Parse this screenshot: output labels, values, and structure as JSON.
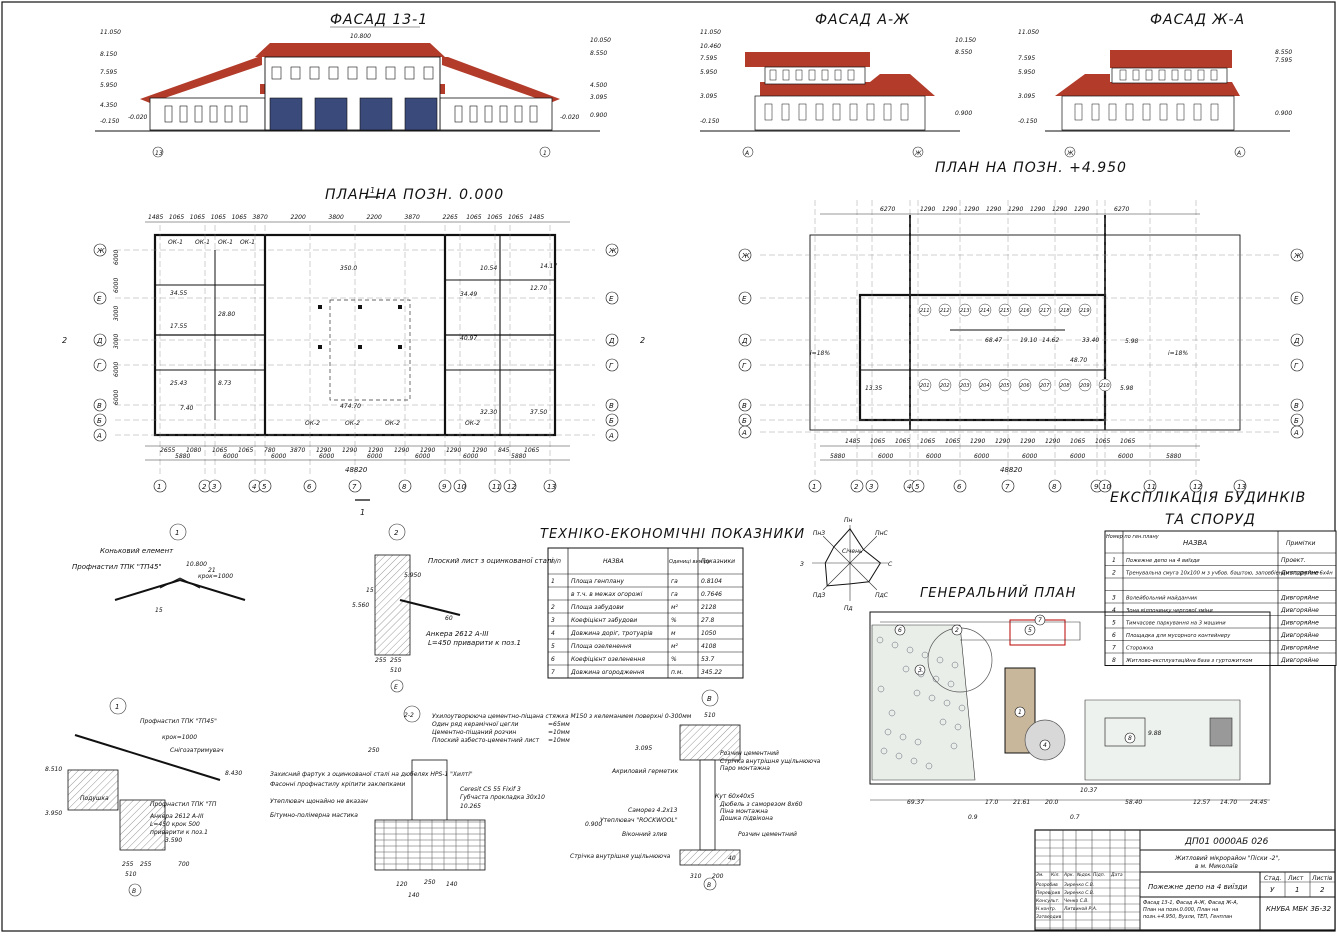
{
  "facades": [
    {
      "title": "ФАСАД 13-1",
      "levels": [
        "11.050",
        "8.150",
        "7.595",
        "5.950",
        "4.350",
        "-0.150",
        "-0.020"
      ],
      "right_levels": [
        "10.050",
        "8.550",
        "4.500",
        "3.095",
        "0.900",
        "-0.020"
      ],
      "ridge": "10.800",
      "axes": [
        "13",
        "1"
      ]
    },
    {
      "title": "ФАСАД А-Ж",
      "levels": [
        "11.050",
        "10.460",
        "7.595",
        "5.950",
        "3.095",
        "-0.150"
      ],
      "right_levels": [
        "10.150",
        "8.550",
        "0.900"
      ],
      "axes": [
        "А",
        "Ж"
      ]
    },
    {
      "title": "ФАСАД Ж-А",
      "levels": [
        "11.050",
        "7.595",
        "5.950",
        "3.095",
        "-0.150"
      ],
      "right_levels": [
        "8.550",
        "7.595",
        "0.900"
      ],
      "axes": [
        "Ж",
        "А"
      ]
    }
  ],
  "plan0": {
    "title": "ПЛАН НА ПОЗН. 0.000",
    "top_dims": [
      "1485",
      "1065",
      "1065",
      "1065",
      "1065",
      "3870",
      "2200",
      "3800",
      "2200",
      "3870",
      "2265",
      "1065",
      "1065",
      "1065",
      "1485"
    ],
    "bottom_dims": [
      "2655",
      "1080",
      "1065",
      "1065",
      "780",
      "3870",
      "1290",
      "1290",
      "1290",
      "1290",
      "1290",
      "1290",
      "1290",
      "845",
      "1065"
    ],
    "bottom_dims2": [
      "5880",
      "6000",
      "6000",
      "6000",
      "6000",
      "6000",
      "6000",
      "5880"
    ],
    "total": "48820",
    "row_axes": [
      "Ж",
      "Е",
      "Д",
      "Г",
      "В",
      "Б",
      "А"
    ],
    "col_axes": [
      "1",
      "2",
      "3",
      "4",
      "5",
      "6",
      "7",
      "8",
      "9",
      "10",
      "11",
      "12",
      "13"
    ],
    "side_dims": [
      "6000",
      "6000",
      "3000",
      "3000",
      "6000",
      "6000"
    ],
    "section_mark": "1",
    "section_side": "2",
    "room_areas": [
      "34.55",
      "28.80",
      "17.55",
      "25.43",
      "8.73",
      "7.40",
      "350.0",
      "34.49",
      "474.70",
      "32.30",
      "37.50",
      "14.17",
      "10.54",
      "12.70",
      "40.97"
    ],
    "window_labels": [
      "ОК-1",
      "ОК-1",
      "ОК-1",
      "ОК-1",
      "ОК-2",
      "ОК-2",
      "ОК-2",
      "ОК-2"
    ]
  },
  "plan1": {
    "title": "ПЛАН НА ПОЗН. +4.950",
    "top_dims": [
      "6270",
      "1290",
      "1290",
      "1290",
      "1290",
      "1290",
      "1290",
      "1290",
      "1290",
      "6270"
    ],
    "bottom_dims": [
      "1485",
      "1065",
      "1065",
      "1065",
      "1065",
      "1290",
      "1290",
      "1290",
      "1290",
      "1065",
      "1065",
      "1065"
    ],
    "bottom_dims2": [
      "5880",
      "6000",
      "6000",
      "6000",
      "6000",
      "6000",
      "6000",
      "5880"
    ],
    "total": "48820",
    "slope": "i=18%",
    "room_areas": [
      "68.47",
      "19.10",
      "14.62",
      "33.40",
      "48.70",
      "5.98",
      "13.35",
      "5.98"
    ],
    "room_numbers": [
      "201",
      "202",
      "203",
      "204",
      "205",
      "206",
      "207",
      "208",
      "209",
      "210",
      "211",
      "212",
      "213",
      "214",
      "215",
      "216",
      "217",
      "218",
      "219"
    ]
  },
  "tep": {
    "title": "ТЕХНІКО-ЕКОНОМІЧНІ ПОКАЗНИКИ",
    "headers": [
      "п/п",
      "НАЗВА",
      "Одиниці виміру",
      "Показники"
    ],
    "rows": [
      [
        "1",
        "Площа генплану",
        "га",
        "0.8104"
      ],
      [
        "",
        "в т.ч. в межах огорожі",
        "га",
        "0.7646"
      ],
      [
        "2",
        "Площа забудови",
        "м²",
        "2128"
      ],
      [
        "3",
        "Коефіцієнт забудови",
        "%",
        "27.8"
      ],
      [
        "4",
        "Довжина доріг, тротуарів",
        "м",
        "1050"
      ],
      [
        "5",
        "Площа озеленення",
        "м²",
        "4108"
      ],
      [
        "6",
        "Коефіцієнт озеленення",
        "%",
        "53.7"
      ],
      [
        "7",
        "Довжина огородження",
        "п.м.",
        "345.22"
      ]
    ]
  },
  "explik": {
    "title": "ЕКСПЛІКАЦІЯ БУДИНКІВ ТА СПОРУД",
    "headers": [
      "Номер по ген.плану",
      "НАЗВА",
      "Примітки"
    ],
    "rows": [
      [
        "1",
        "Пожежне депо на 4 виїзди",
        "Проект."
      ],
      [
        "2",
        "Тренувальна смуга 10х100 м з учбов. баштою, заповбіеним подругою 6х4н",
        "Дивгоряйне"
      ],
      [
        "3",
        "Волейбольний майданчик",
        "Дивгоряйне"
      ],
      [
        "4",
        "Зона відпочинку чергової зміни",
        "Дивгоряйне"
      ],
      [
        "5",
        "Тимчасове паркування на 3 машини",
        "Дивгоряйне"
      ],
      [
        "6",
        "Площадка для мусорного контейнеру",
        "Дивгоряйне"
      ],
      [
        "7",
        "Сторожка",
        "Дивгоряйне"
      ],
      [
        "8",
        "Житлово-експлуатаційна база з гуртожитком",
        "Дивгоряйне"
      ]
    ]
  },
  "genplan": {
    "title": "ГЕНЕРАЛЬНИЙ ПЛАН",
    "dims": [
      "69.37",
      "17.0",
      "21.61",
      "20.0",
      "58.40",
      "12.57",
      "14.70",
      "24.45",
      "0.9",
      "0.7",
      "10.37",
      "9.88"
    ],
    "labels": [
      "1",
      "2",
      "3",
      "4",
      "5",
      "6",
      "7",
      "8"
    ],
    "compass": {
      "labels": [
        "ПнЗ",
        "Пн",
        "ПнС",
        "С",
        "ПдС",
        "Пд",
        "ПдЗ",
        "З"
      ],
      "center": "Січень"
    }
  },
  "details": {
    "d1": {
      "mark": "1",
      "labels": [
        "Коньковий елемент",
        "Профнастил ТПК \"ТП45\"",
        "10.800",
        "21",
        "крок=1000",
        "15"
      ]
    },
    "d2": {
      "mark": "2",
      "labels": [
        "Плоский лист з оцинкованої сталі",
        "5.950",
        "5.560",
        "15",
        "60",
        "Анкера 2612 А-ІІІ",
        "L=450 приварити к поз.1",
        "255",
        "255",
        "510"
      ],
      "axis": "Е"
    },
    "d3": {
      "mark": "1",
      "labels": [
        "Профнастил ТПК \"ТП45\"",
        "крок=1000",
        "Снігозатримувач",
        "Подушка",
        "Профнастил ТПК \"ТП",
        "Анкера 2612 А-ІІІ",
        "L=450 крок 500",
        "приварити к поз.1",
        "8.510",
        "8.430",
        "3.950",
        "3.590",
        "255",
        "255",
        "700",
        "510"
      ],
      "axis": "В"
    },
    "d4": {
      "mark": "2-2",
      "labels": [
        "Ухилоутворююча цементно-піщана стяжка М150 з келеманием поверхні 0-300мм",
        "Один ряд керамічної цегли",
        "Цементно-піщаний розчин",
        "Плоский азбесто-цементний лист",
        "Захисний фартук з оцинкованої сталі на дюбелях HPS-1 \"Хилті\"",
        "Фасонні профнастилу кріпити заклепками",
        "Утеплювач щонайно не вказан",
        "Бітумно-полімерна мастика",
        "Ceresit CS 55 Fixif 3",
        "Губчаста прокладка 30х10",
        "10.265",
        "250",
        "120",
        "250",
        "140",
        "140"
      ],
      "mm": [
        "=65мм",
        "=10мм",
        "=10мм"
      ]
    },
    "d5": {
      "mark": "В",
      "labels": [
        "3.095",
        "Акриловий герметик",
        "Розчин цементний",
        "Стрічка внутрішня ущільнююча",
        "Паро монтажна",
        "Саморез 4.2х13",
        "Утеплювач \"ROCKWOOL\"",
        "Віконний злив",
        "Кут 60х40х5",
        "Дюбель з саморезом 8х60",
        "Піна монтажна",
        "Дошка підвікона",
        "Розчин цементний",
        "Стрічка внутрішня ущільнююча",
        "0.900",
        "510",
        "310",
        "200",
        "40"
      ]
    }
  },
  "stamp": {
    "code": "ДП01 0000АБ 026",
    "project": "Житловий мікрорайон \"Піски -2\", в м. Миколаїв",
    "object": "Пожежне депо на 4 виїзди",
    "stage_header": [
      "Стад.",
      "Лист",
      "Листів"
    ],
    "stage_values": [
      "У",
      "1",
      "2"
    ],
    "sheet_desc": "Фасад 13-1, Фасад А-Ж, Фасад Ж-А, План на позн.0.000, План на позн.+4.950, Вузли, ТЕП, Генплан",
    "org": "КНУБА МБК 3Б-32",
    "cols": [
      "Зм.",
      "Кіл.",
      "Арк.",
      "№док.",
      "Підп.",
      "Дата"
    ],
    "roles": [
      "Розробив",
      "Перевірив",
      "Консульт.",
      "Н.контр.",
      "Затвердив"
    ],
    "names": [
      "Зиренко С.В.",
      "Зиренко С.В.",
      "Ченко С.В.",
      "Литвиной Р.А.",
      ""
    ]
  }
}
